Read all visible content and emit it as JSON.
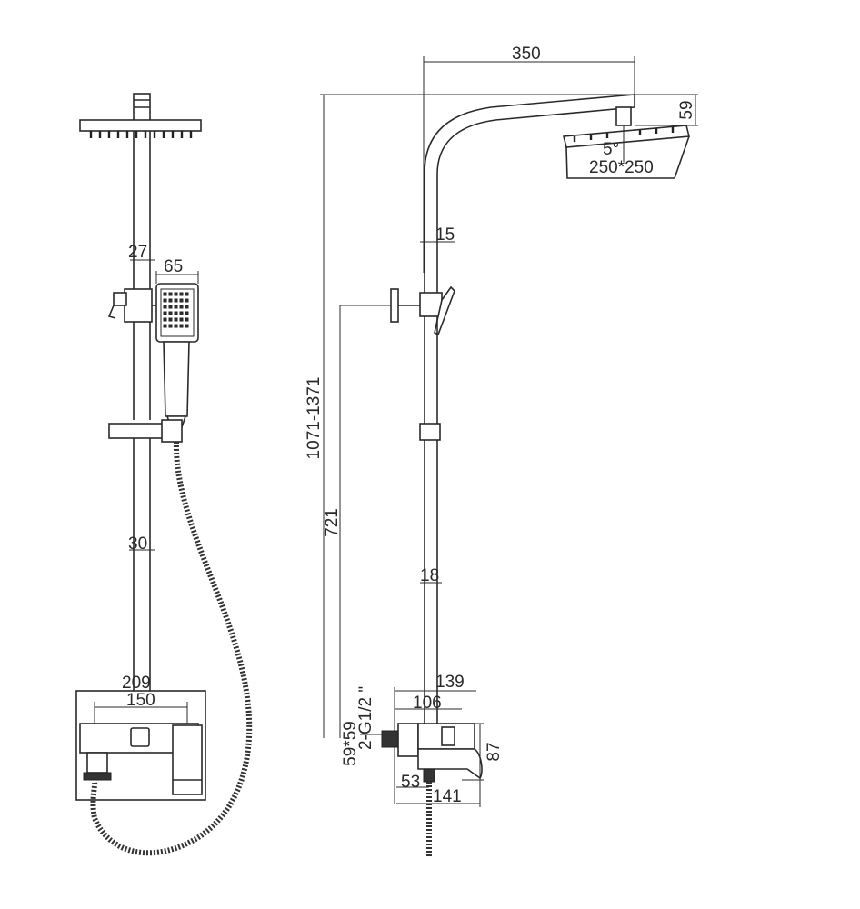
{
  "dimensions": {
    "front_view": {
      "pipe_upper": "27",
      "handshower_width": "65",
      "pipe_lower": "30",
      "mixer_width": "209",
      "mixer_spacing": "150"
    },
    "side_view": {
      "arm_reach": "350",
      "head_height": "59",
      "head_tilt": "5°",
      "head_size": "250*250",
      "arm_pipe": "15",
      "total_height": "1071-1371",
      "holder_height": "721",
      "pipe_lower": "18",
      "mixer_depth": "139",
      "mixer_body": "106",
      "connector": "2-G1/2 \"",
      "flange": "59*59",
      "mixer_height": "87",
      "inlet_offset": "53",
      "spout_reach": "141"
    }
  }
}
